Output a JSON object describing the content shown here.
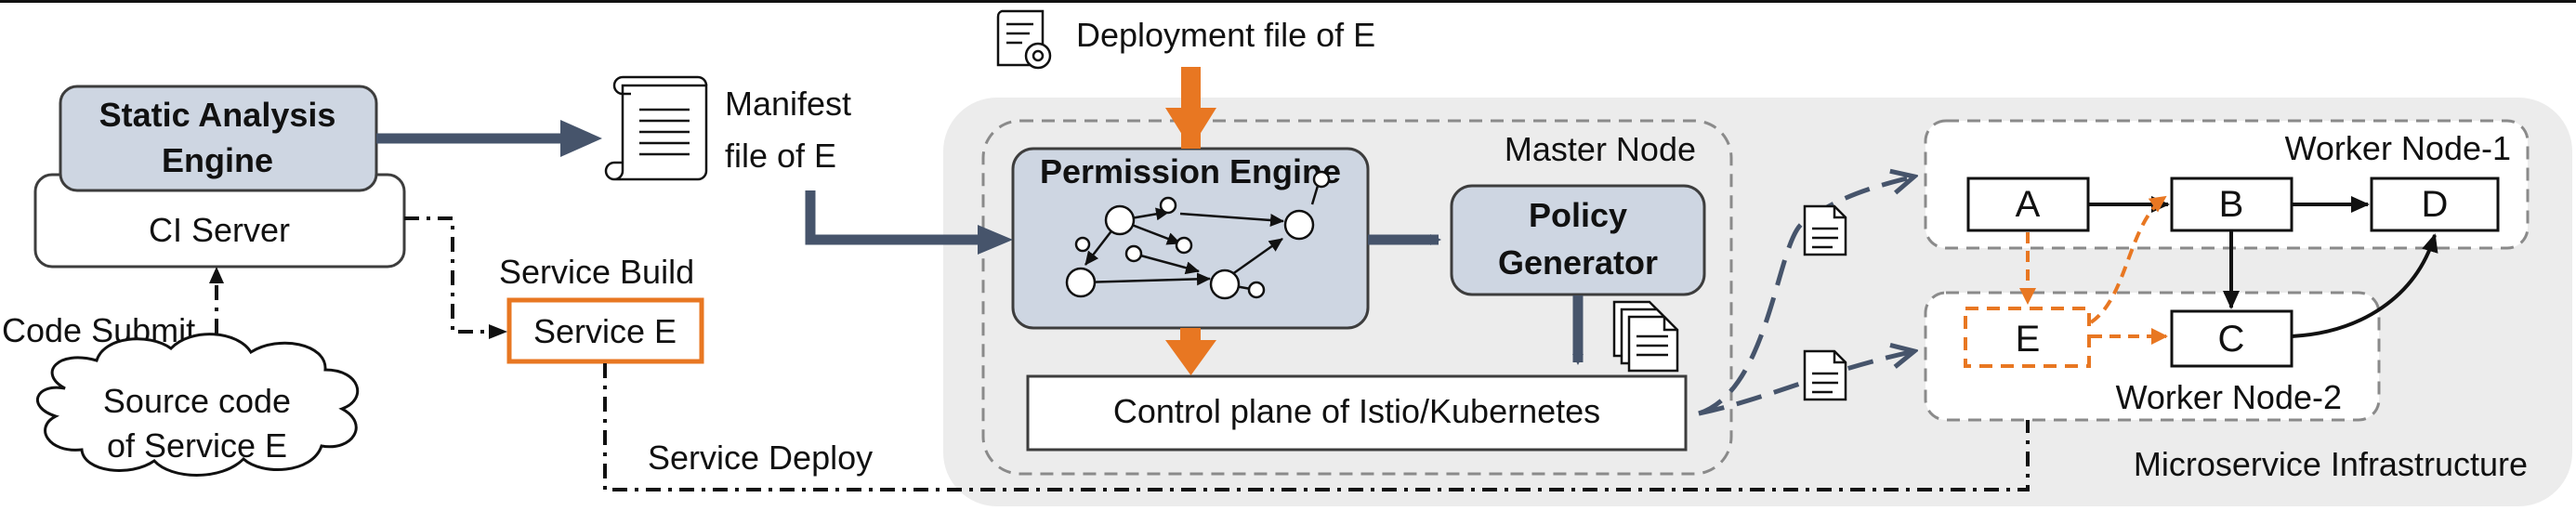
{
  "colors": {
    "steel": "#46546b",
    "orange": "#e87722",
    "node_fill": "#ced6e2",
    "infra_fill": "#ececec",
    "dash_gray": "#777777",
    "black": "#111111"
  },
  "ci": {
    "static_analysis_line1": "Static Analysis",
    "static_analysis_line2": "Engine",
    "ci_server": "CI Server",
    "code_submit": "Code Submit",
    "source_line1": "Source code",
    "source_line2": "of Service E"
  },
  "manifest": {
    "icon": "scroll-document-icon",
    "line1": "Manifest",
    "line2": "file of E"
  },
  "build": {
    "label": "Service Build",
    "service_e": "Service E",
    "deploy_label": "Service Deploy"
  },
  "deployment": {
    "icon": "document-gear-icon",
    "label": "Deployment file of E"
  },
  "master": {
    "title": "Master Node",
    "permission_engine": "Permission Engine",
    "policy_line1": "Policy",
    "policy_line2": "Generator",
    "policies_icon": "document-stack-icon",
    "control_plane": "Control plane of Istio/Kubernetes"
  },
  "workers": {
    "worker1": "Worker Node-1",
    "worker2": "Worker Node-2",
    "nodes": {
      "a": "A",
      "b": "B",
      "c": "C",
      "d": "D",
      "e": "E"
    },
    "policy_icon": "policy-document-icon"
  },
  "infra_label": "Microservice Infrastructure"
}
